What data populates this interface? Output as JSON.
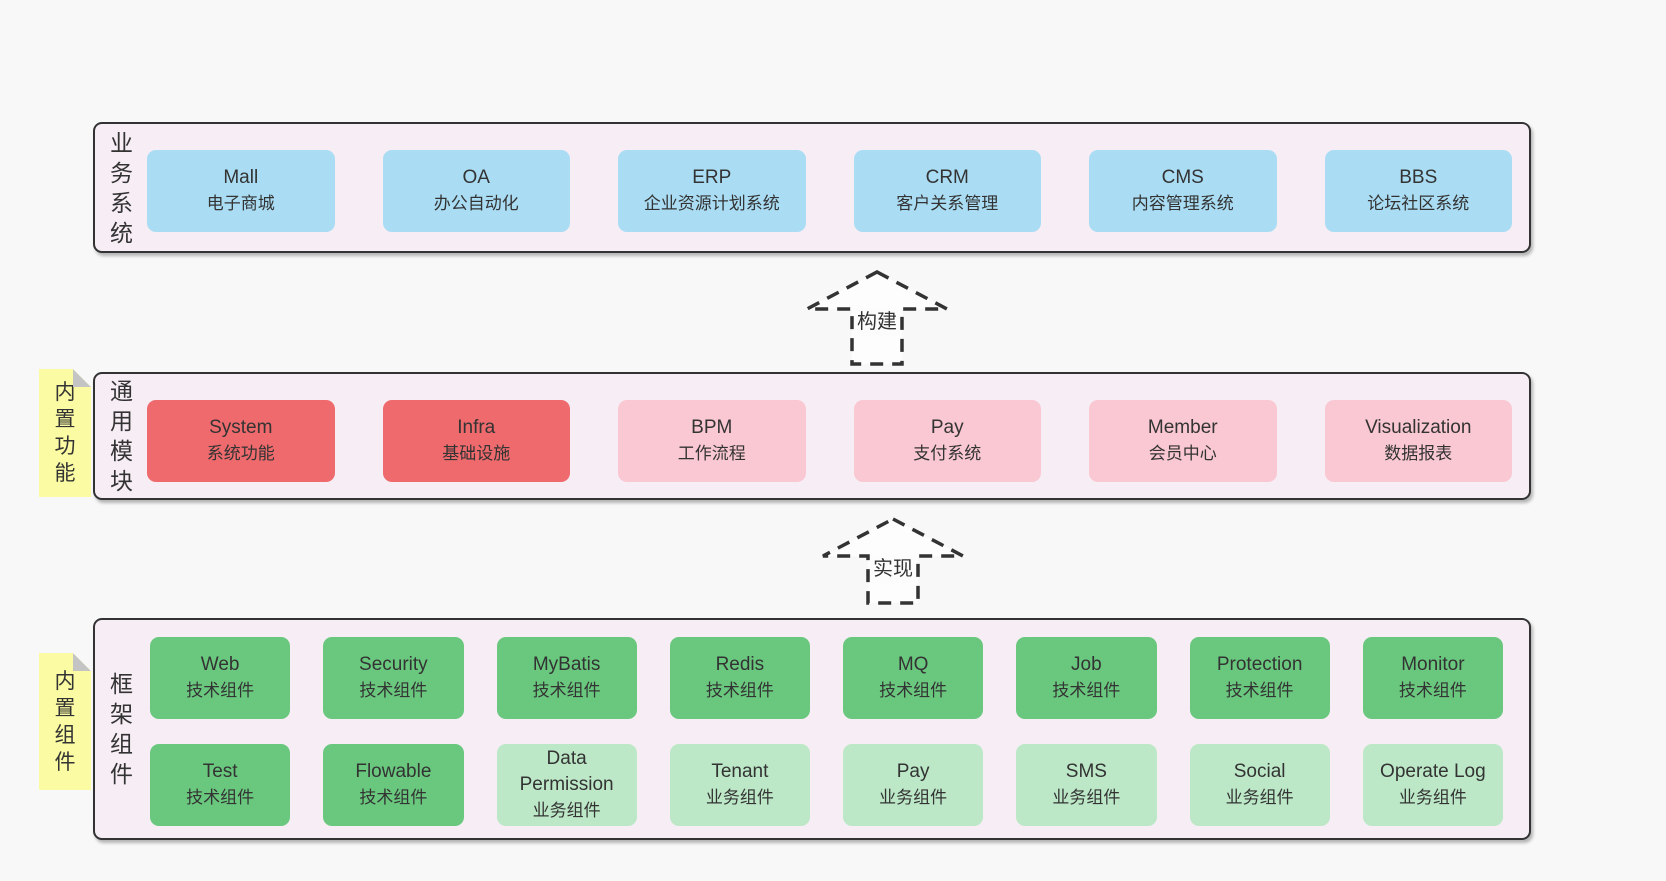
{
  "diagram": {
    "bands": [
      {
        "label": "业务系统",
        "boxes": [
          {
            "title": "Mall",
            "subtitle": "电子商城"
          },
          {
            "title": "OA",
            "subtitle": "办公自动化"
          },
          {
            "title": "ERP",
            "subtitle": "企业资源计划系统"
          },
          {
            "title": "CRM",
            "subtitle": "客户关系管理"
          },
          {
            "title": "CMS",
            "subtitle": "内容管理系统"
          },
          {
            "title": "BBS",
            "subtitle": "论坛社区系统"
          }
        ]
      },
      {
        "label": "通用模块",
        "note": "内置功能",
        "boxes": [
          {
            "title": "System",
            "subtitle": "系统功能"
          },
          {
            "title": "Infra",
            "subtitle": "基础设施"
          },
          {
            "title": "BPM",
            "subtitle": "工作流程"
          },
          {
            "title": "Pay",
            "subtitle": "支付系统"
          },
          {
            "title": "Member",
            "subtitle": "会员中心"
          },
          {
            "title": "Visualization",
            "subtitle": "数据报表"
          }
        ]
      },
      {
        "label": "框架组件",
        "note": "内置组件",
        "rows": [
          [
            {
              "title": "Web",
              "subtitle": "技术组件"
            },
            {
              "title": "Security",
              "subtitle": "技术组件"
            },
            {
              "title": "MyBatis",
              "subtitle": "技术组件"
            },
            {
              "title": "Redis",
              "subtitle": "技术组件"
            },
            {
              "title": "MQ",
              "subtitle": "技术组件"
            },
            {
              "title": "Job",
              "subtitle": "技术组件"
            },
            {
              "title": "Protection",
              "subtitle": "技术组件"
            },
            {
              "title": "Monitor",
              "subtitle": "技术组件"
            }
          ],
          [
            {
              "title": "Test",
              "subtitle": "技术组件"
            },
            {
              "title": "Flowable",
              "subtitle": "技术组件"
            },
            {
              "title": "Data Permission",
              "subtitle": "业务组件"
            },
            {
              "title": "Tenant",
              "subtitle": "业务组件"
            },
            {
              "title": "Pay",
              "subtitle": "业务组件"
            },
            {
              "title": "SMS",
              "subtitle": "业务组件"
            },
            {
              "title": "Social",
              "subtitle": "业务组件"
            },
            {
              "title": "Operate Log",
              "subtitle": "业务组件"
            }
          ]
        ]
      }
    ],
    "arrows": [
      {
        "label": "构建"
      },
      {
        "label": "实现"
      }
    ],
    "colors": {
      "page_bg": "#f8f8f8",
      "band_bg": "#f7edf5",
      "border": "#333333",
      "blue": "#aaddf4",
      "red": "#ee6a6d",
      "pink": "#f9c8d2",
      "green_dark": "#69c87e",
      "green_light": "#bce8c7",
      "sticky_yellow": "#fbfba4",
      "text": "#333333"
    }
  }
}
